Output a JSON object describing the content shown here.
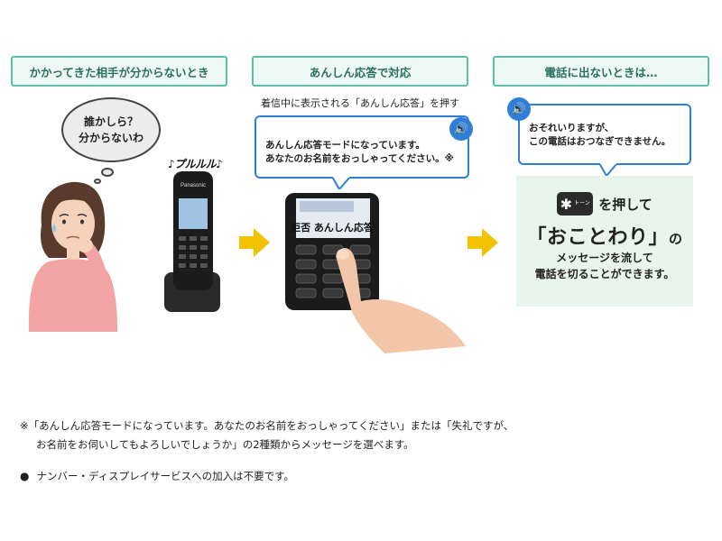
{
  "headers": {
    "col1": "かかってきた相手が分からないとき",
    "col2": "あんしん応答で対応",
    "col3": "電話に出ないときは…"
  },
  "thought": {
    "line1": "誰かしら？",
    "line2": "分からないわ"
  },
  "ringtone": "♪プルルル♪",
  "phone": {
    "brand": "Panasonic",
    "display_text": "拒否 あんしん応答"
  },
  "caption_top": "着信中に表示される「あんしん応答」を押す",
  "speech1": {
    "line1": "あんしん応答モードになっています。",
    "line2": "あなたのお名前をおっしゃってください。※"
  },
  "speech2": {
    "line1": "おそれいりますが、",
    "line2": "この電話はおつなぎできません。"
  },
  "result": {
    "key_symbol": "✱",
    "key_small": "トーン",
    "press": "を押して",
    "big": "「おことわり」",
    "big_suffix": "の",
    "line1": "メッセージを流して",
    "line2": "電話を切ることができます。"
  },
  "notes": {
    "line1": "※「あんしん応答モードになっています。あなたのお名前をおっしゃってください」または「失礼ですが、",
    "line2": "お名前をお伺いしてもよろしいでしょうか」の2種類からメッセージを選べます。",
    "bullet": "ナンバー・ディスプレイサービスへの加入は不要です。"
  },
  "colors": {
    "header_border": "#5cbfa8",
    "header_text": "#2a6f60",
    "speech_border": "#2f7fd8",
    "arrow": "#f2c200",
    "result_bg": "#e8f5ec"
  },
  "icons": [
    "speaker-icon",
    "arrow-right-icon",
    "star-key-icon",
    "bullet-icon"
  ]
}
